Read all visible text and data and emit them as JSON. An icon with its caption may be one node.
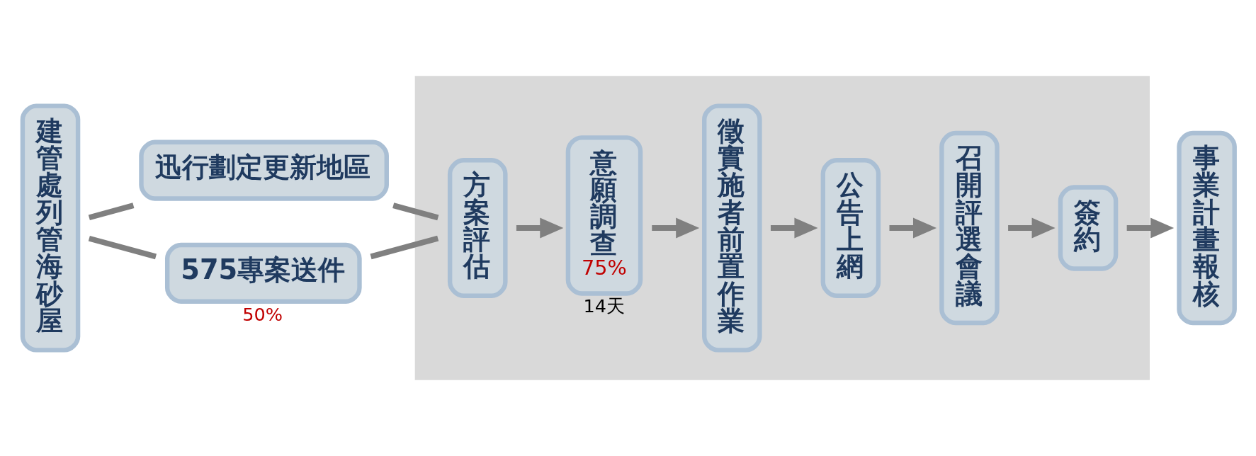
{
  "diagram": {
    "nodes": [
      {
        "text": [
          "建管處列管海砂屋"
        ]
      },
      {
        "text": [
          "迅行劃定更新地區"
        ]
      },
      {
        "text": [
          "575專案送件"
        ],
        "beside": [
          "50%"
        ]
      },
      {
        "text": [],
        "shape": "box"
      },
      {
        "text": [
          "方案評估"
        ],
        "in": 3
      },
      {
        "text": [
          "意願調查",
          "75%"
        ],
        "beside": [
          "14天"
        ],
        "in": 3
      },
      {
        "text": [
          "徵實施者前置作業"
        ],
        "in": 3
      },
      {
        "text": [
          "公告上網"
        ],
        "in": 3
      },
      {
        "text": [
          "召開評選會議"
        ],
        "in": 3
      },
      {
        "text": [
          "簽約"
        ],
        "in": 3
      },
      {
        "text": [
          "事業計畫報核"
        ]
      }
    ],
    "edges": [
      {
        "from": 0,
        "to": 1,
        "arrow": "none"
      },
      {
        "from": 0,
        "to": 2,
        "arrow": "none"
      },
      {
        "from": 1,
        "to": 4,
        "arrow": "none"
      },
      {
        "from": 2,
        "to": 4,
        "arrow": "none"
      },
      {
        "from": 4,
        "to": 5,
        "arrow": "to"
      },
      {
        "from": 5,
        "to": 6,
        "arrow": "to"
      },
      {
        "from": 6,
        "to": 7,
        "arrow": "to"
      },
      {
        "from": 7,
        "to": 8,
        "arrow": "to"
      },
      {
        "from": 8,
        "to": 9,
        "arrow": "to"
      },
      {
        "from": 9,
        "to": 10,
        "arrow": "to"
      }
    ]
  }
}
